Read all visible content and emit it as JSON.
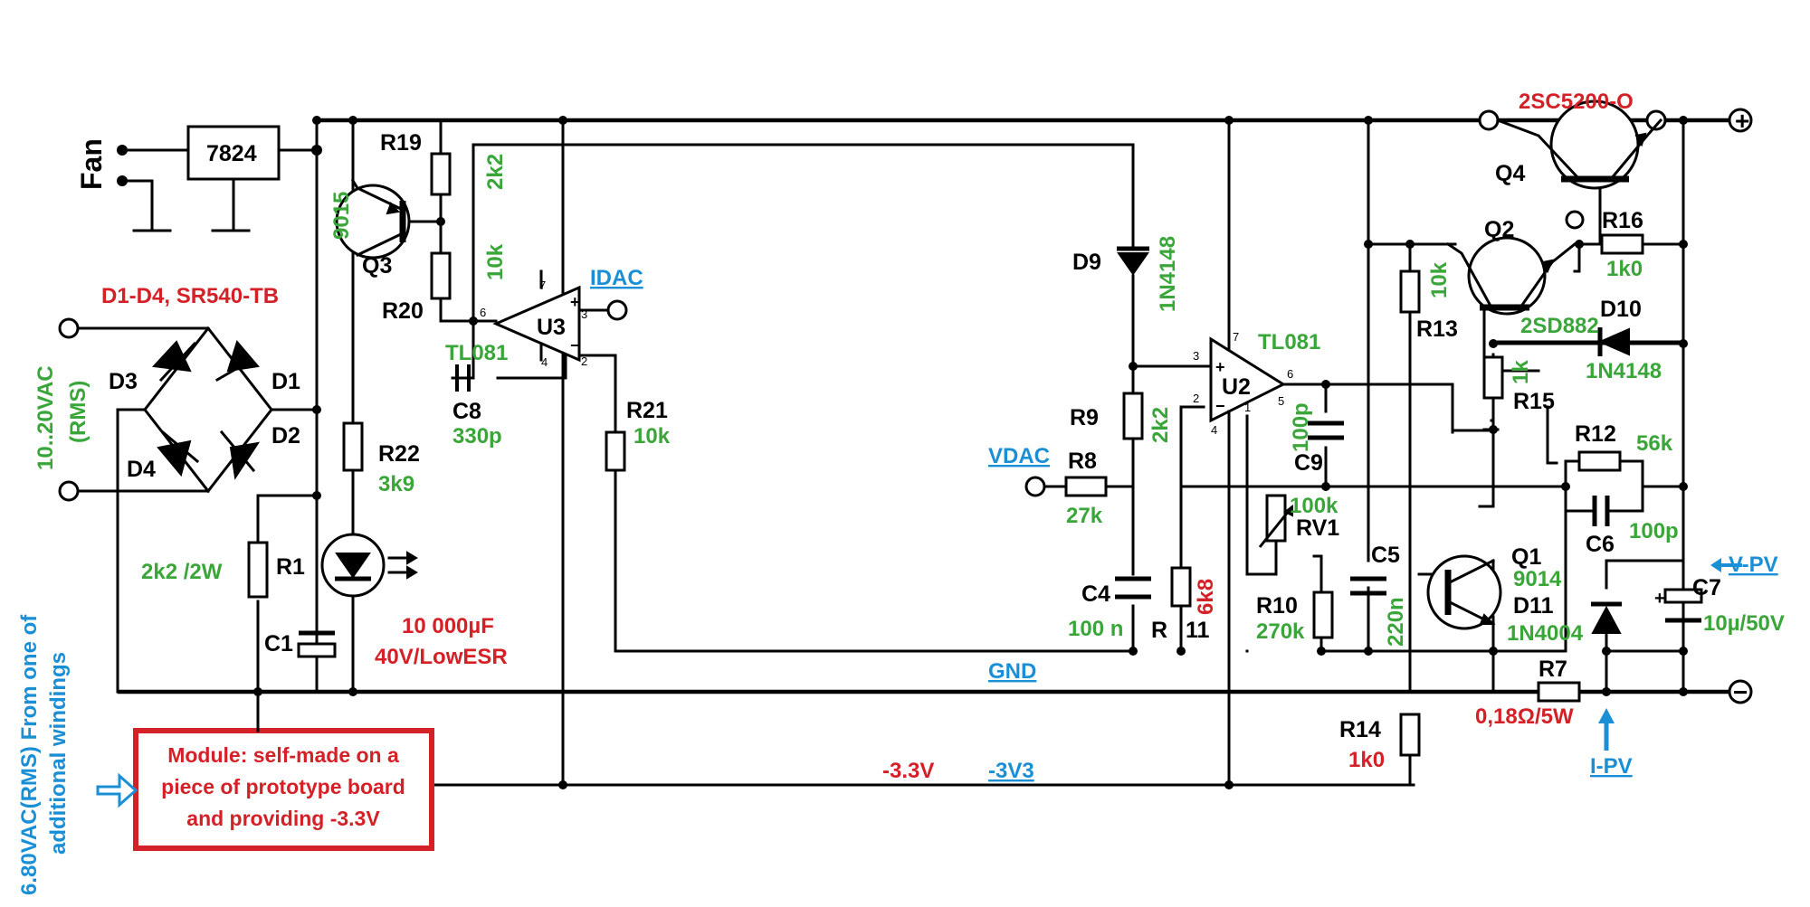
{
  "labels": {
    "fan": "Fan",
    "reg": "7824",
    "diodes": "D1-D4, SR540-TB",
    "d1": "D1",
    "d2": "D2",
    "d3": "D3",
    "d4": "D4",
    "vac_in_1": "10..20VAC",
    "vac_in_2": "(RMS)",
    "aux_in_1": "6.80VAC(RMS) From one of",
    "aux_in_2": "additional windings",
    "r1": "R1",
    "r1_val": "2k2 /2W",
    "c1": "C1",
    "c1_val_1": "10 000µF",
    "c1_val_2": "40V/LowESR",
    "q3": "Q3",
    "q3_val": "9015",
    "r19": "R19",
    "r20": "R20",
    "r20_val_a": "2k2",
    "r20_val_b": "10k",
    "r22": "R22",
    "r22_val": "3k9",
    "u3": "U3",
    "u3_val": "TL081",
    "c8": "C8",
    "c8_val": "330p",
    "r21": "R21",
    "r21_val": "10k",
    "idac": "IDAC",
    "vdac": "VDAC",
    "gnd": "GND",
    "m33v": "-3V3",
    "m33v_red": "-3.3V",
    "d9": "D9",
    "d9_val": "1N4148",
    "r9": "R9",
    "r9_val": "2k2",
    "r8": "R8",
    "r8_val": "27k",
    "c4": "C4",
    "c4_val": "100 n",
    "r11a": "R",
    "r11b": "11",
    "r11_val": "6k8",
    "u2": "U2",
    "u2_val": "TL081",
    "c9": "C9",
    "c9_val": "100p",
    "rv1": "RV1",
    "rv1_val": "100k",
    "r10": "R10",
    "r10_val": "270k",
    "c5": "C5",
    "c5_val": "220n",
    "r13": "R13",
    "r13_val": "10k",
    "r14": "R14",
    "r14_val": "1k0",
    "q2": "Q2",
    "q2_val": "2SD882",
    "q4": "Q4",
    "q4_val": "2SC5200-O",
    "r16": "R16",
    "r16_val": "1k0",
    "d10": "D10",
    "d10_val": "1N4148",
    "r15": "R15",
    "r15_val": "1k",
    "r12": "R12",
    "r12_val": "56k",
    "c6": "C6",
    "c6_val": "100p",
    "q1": "Q1",
    "q1_val": "9014",
    "d11": "D11",
    "d11_val": "1N4004",
    "c7": "C7",
    "c7_val": "10µ/50V",
    "r7": "R7",
    "r7_val": "0,18Ω/5W",
    "vpv": "V-PV",
    "ipv": "I-PV",
    "plus": "+",
    "minus": "−",
    "pins": {
      "p7a": "7",
      "p6a": "6",
      "p3a": "3",
      "p4a": "4",
      "p2a": "2",
      "p3b": "3",
      "p7b": "7",
      "p6b": "6",
      "p2b": "2",
      "p4b": "4",
      "p5b": "5",
      "p1b": "1"
    }
  },
  "module_note": {
    "line1": "Module: self-made on a",
    "line2": "piece of prototype board",
    "line3": "and providing -3.3V"
  },
  "colors": {
    "green": "#3aa63a",
    "red": "#d42027",
    "blue": "#1a8fd6"
  }
}
